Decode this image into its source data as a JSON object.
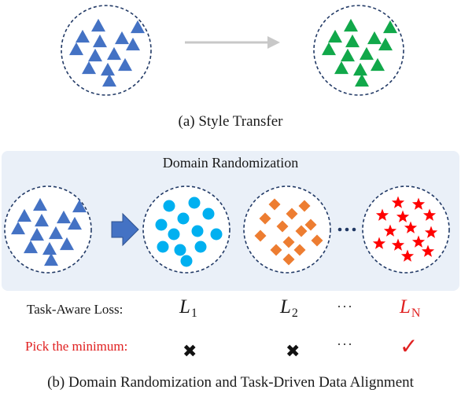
{
  "style_transfer": {
    "caption": "(a) Style Transfer",
    "source_icon": "blue-triangle-cluster",
    "target_icon": "green-triangle-cluster",
    "source_color": "#4472c4",
    "target_color": "#11a84a",
    "arrow_color": "#c8c8c8"
  },
  "domain_randomization": {
    "title": "Domain Randomization",
    "panel_color": "#eaf0f8",
    "source_icon": "blue-triangle-cluster",
    "arrow_color": "#4472c4",
    "ellipsis": "···",
    "domains": [
      {
        "icon": "cyan-circle-cluster",
        "color": "#00b0f0"
      },
      {
        "icon": "orange-diamond-cluster",
        "color": "#ed7d31"
      },
      {
        "icon": "red-star-cluster",
        "color": "#ff0000"
      }
    ]
  },
  "task_loss": {
    "label": "Task-Aware Loss:",
    "losses": [
      {
        "symbol": "L",
        "sub": "1"
      },
      {
        "symbol": "L",
        "sub": "2"
      },
      {
        "symbol": "L",
        "sub": "N"
      }
    ],
    "ellipsis": "···"
  },
  "pick": {
    "label": "Pick the minimum:",
    "marks": [
      "✖",
      "✖",
      "✓"
    ],
    "mark_colors": [
      "#111111",
      "#111111",
      "#e02020"
    ],
    "ellipsis": "···"
  },
  "caption_b": "(b) Domain Randomization and Task-Driven Data Alignment"
}
